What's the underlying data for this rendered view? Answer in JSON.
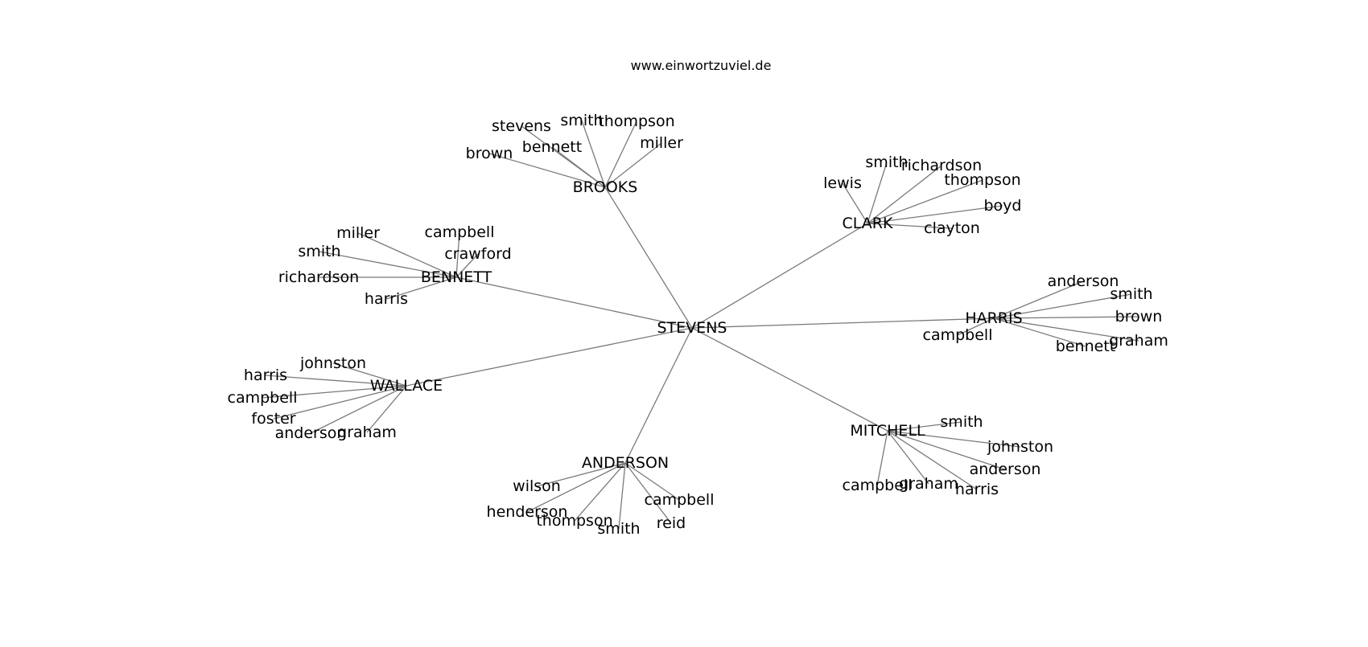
{
  "title": "www.einwortzuviel.de",
  "colors": {
    "edge": "#7a7a7a",
    "text": "#000000",
    "background": "#ffffff"
  },
  "center": "STEVENS",
  "groups": [
    {
      "hub": "BROOKS",
      "leaves": [
        "stevens",
        "smith",
        "thompson",
        "miller",
        "bennett",
        "brown"
      ]
    },
    {
      "hub": "CLARK",
      "leaves": [
        "smith",
        "richardson",
        "lewis",
        "thompson",
        "boyd",
        "clayton"
      ]
    },
    {
      "hub": "BENNETT",
      "leaves": [
        "miller",
        "campbell",
        "crawford",
        "smith",
        "richardson",
        "harris"
      ]
    },
    {
      "hub": "HARRIS",
      "leaves": [
        "anderson",
        "smith",
        "brown",
        "campbell",
        "graham",
        "bennett"
      ]
    },
    {
      "hub": "WALLACE",
      "leaves": [
        "johnston",
        "harris",
        "campbell",
        "foster",
        "anderson",
        "graham"
      ]
    },
    {
      "hub": "MITCHELL",
      "leaves": [
        "smith",
        "johnston",
        "anderson",
        "harris",
        "graham",
        "campbell"
      ]
    },
    {
      "hub": "ANDERSON",
      "leaves": [
        "wilson",
        "henderson",
        "thompson",
        "smith",
        "reid",
        "campbell"
      ]
    }
  ]
}
